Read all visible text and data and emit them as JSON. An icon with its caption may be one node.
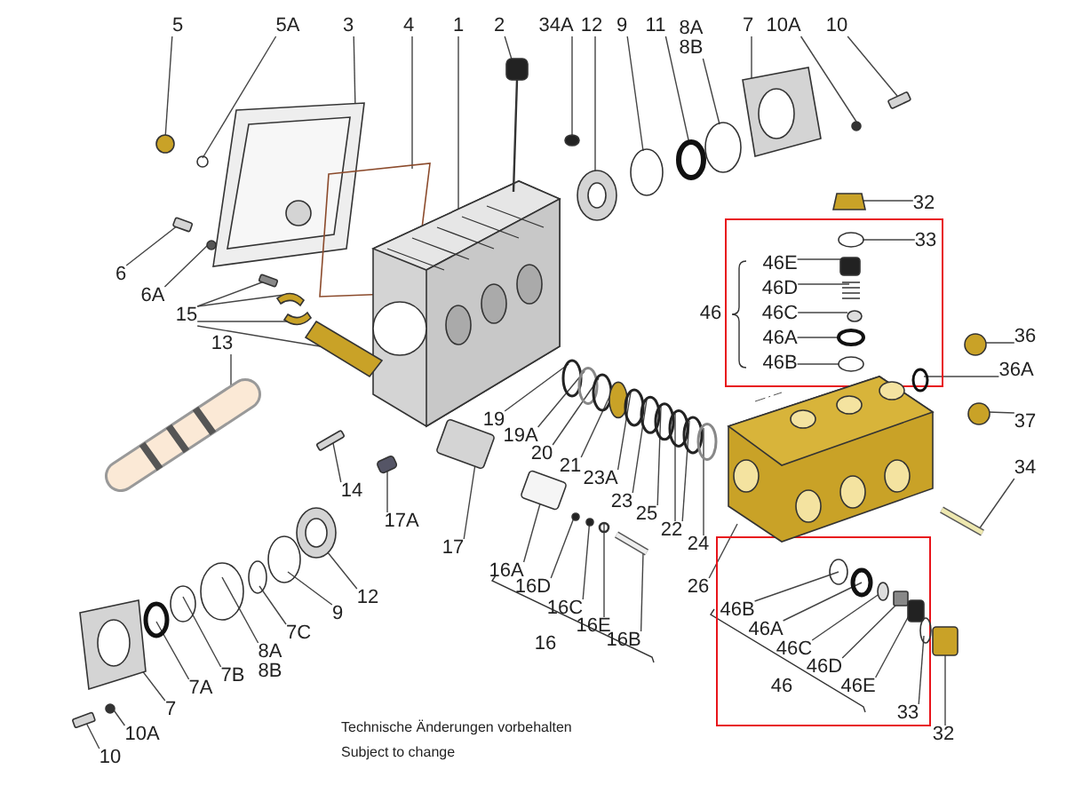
{
  "diagram": {
    "nodes": [
      {
        "text": [
          "5"
        ]
      },
      {
        "text": [
          "5A"
        ]
      },
      {
        "text": [
          "3"
        ]
      },
      {
        "text": [
          "4"
        ]
      },
      {
        "text": [
          "1"
        ]
      },
      {
        "text": [
          "2"
        ]
      },
      {
        "text": [
          "34A"
        ]
      },
      {
        "text": [
          "12"
        ]
      },
      {
        "text": [
          "9"
        ]
      },
      {
        "text": [
          "11"
        ]
      },
      {
        "text": [
          "8A 8B"
        ]
      },
      {
        "text": [
          "7"
        ]
      },
      {
        "text": [
          "10A"
        ]
      },
      {
        "text": [
          "10"
        ]
      },
      {
        "text": [
          "32"
        ]
      },
      {
        "text": [],
        "shape": "box"
      },
      {
        "text": [
          "33"
        ],
        "in": 15
      },
      {
        "text": [
          "46E"
        ],
        "in": 15
      },
      {
        "text": [
          "46D"
        ],
        "in": 15
      },
      {
        "text": [
          "46C"
        ],
        "in": 15
      },
      {
        "text": [
          "46A"
        ],
        "in": 15
      },
      {
        "text": [
          "46B"
        ],
        "in": 15
      },
      {
        "text": [
          "36"
        ]
      },
      {
        "text": [
          "36A"
        ]
      },
      {
        "text": [
          "37"
        ]
      },
      {
        "text": [
          "34"
        ]
      },
      {
        "text": [
          "6"
        ]
      },
      {
        "text": [
          "6A"
        ]
      },
      {
        "text": [
          "15"
        ]
      },
      {
        "text": [
          "13"
        ]
      },
      {
        "text": [
          "14"
        ]
      },
      {
        "text": [
          "17A"
        ]
      },
      {
        "text": [
          "17"
        ]
      },
      {
        "text": [
          "12"
        ]
      },
      {
        "text": [
          "9"
        ]
      },
      {
        "text": [
          "7C"
        ]
      },
      {
        "text": [
          "8A 8B"
        ]
      },
      {
        "text": [
          "7B"
        ]
      },
      {
        "text": [
          "7A"
        ]
      },
      {
        "text": [
          "7"
        ]
      },
      {
        "text": [
          "10A"
        ]
      },
      {
        "text": [
          "10"
        ]
      },
      {
        "text": [
          "19"
        ]
      },
      {
        "text": [
          "19A"
        ]
      },
      {
        "text": [
          "20"
        ]
      },
      {
        "text": [
          "21"
        ]
      },
      {
        "text": [
          "23A"
        ]
      },
      {
        "text": [
          "23"
        ]
      },
      {
        "text": [
          "25"
        ]
      },
      {
        "text": [
          "22"
        ]
      },
      {
        "text": [
          "24"
        ]
      },
      {
        "text": [
          "26"
        ]
      },
      {
        "text": [
          "16A"
        ]
      },
      {
        "text": [
          "16D"
        ]
      },
      {
        "text": [
          "16C"
        ]
      },
      {
        "text": [
          "16E"
        ]
      },
      {
        "text": [
          "16B"
        ]
      },
      {
        "text": [],
        "shape": "box"
      },
      {
        "text": [
          "46B"
        ],
        "in": 57
      },
      {
        "text": [
          "46A"
        ],
        "in": 57
      },
      {
        "text": [
          "46C"
        ],
        "in": 57
      },
      {
        "text": [
          "46D"
        ],
        "in": 57
      },
      {
        "text": [
          "46E"
        ],
        "in": 57
      },
      {
        "text": [
          "33"
        ],
        "in": 57
      },
      {
        "text": [
          "32"
        ]
      },
      {
        "text": [],
        "shape": "circle"
      },
      {
        "text": [],
        "shape": "circle"
      },
      {
        "text": [],
        "shape": "picture"
      },
      {
        "text": [],
        "shape": "picture"
      },
      {
        "text": [],
        "shape": "picture"
      },
      {
        "text": [],
        "shape": "picture"
      },
      {
        "text": [],
        "shape": "circle"
      },
      {
        "text": [],
        "shape": "picture"
      },
      {
        "text": [],
        "shape": "circle"
      },
      {
        "text": [],
        "shape": "circle"
      },
      {
        "text": [],
        "shape": "circle"
      },
      {
        "text": [],
        "shape": "picture"
      },
      {
        "text": [],
        "shape": "circle"
      },
      {
        "text": [],
        "shape": "box"
      },
      {
        "text": [],
        "shape": "picture"
      },
      {
        "text": [],
        "shape": "circle",
        "in": 15
      },
      {
        "text": [],
        "shape": "box",
        "in": 15
      },
      {
        "text": [],
        "shape": "picture",
        "in": 15
      },
      {
        "text": [],
        "shape": "circle",
        "in": 15
      },
      {
        "text": [],
        "shape": "circle",
        "in": 15
      },
      {
        "text": [],
        "shape": "circle",
        "in": 15
      },
      {
        "text": [],
        "shape": "circle"
      },
      {
        "text": [],
        "shape": "circle"
      },
      {
        "text": [],
        "shape": "circle"
      },
      {
        "text": [],
        "shape": "picture"
      },
      {
        "text": [],
        "shape": "box"
      },
      {
        "text": [],
        "shape": "circle"
      },
      {
        "text": [],
        "shape": "box"
      },
      {
        "text": [],
        "shape": "picture"
      },
      {
        "text": [],
        "shape": "picture"
      },
      {
        "text": [],
        "shape": "picture"
      },
      {
        "text": [],
        "shape": "picture"
      },
      {
        "text": [],
        "shape": "box"
      },
      {
        "text": [],
        "shape": "box"
      },
      {
        "text": [],
        "shape": "box"
      },
      {
        "text": [],
        "shape": "picture"
      },
      {
        "text": [],
        "shape": "circle"
      },
      {
        "text": [],
        "shape": "circle"
      },
      {
        "text": [],
        "shape": "circle"
      },
      {
        "text": [],
        "shape": "circle"
      },
      {
        "text": [],
        "shape": "circle"
      },
      {
        "text": [],
        "shape": "picture"
      },
      {
        "text": [],
        "shape": "circle"
      },
      {
        "text": [],
        "shape": "box"
      },
      {
        "text": [],
        "shape": "circle"
      },
      {
        "text": [],
        "shape": "circle"
      },
      {
        "text": [],
        "shape": "circle"
      },
      {
        "text": [],
        "shape": "circle"
      },
      {
        "text": [],
        "shape": "circle"
      },
      {
        "text": [],
        "shape": "circle"
      },
      {
        "text": [],
        "shape": "circle"
      },
      {
        "text": [],
        "shape": "circle"
      },
      {
        "text": [],
        "shape": "circle"
      },
      {
        "text": [],
        "shape": "circle"
      },
      {
        "text": [],
        "shape": "picture"
      },
      {
        "text": [],
        "shape": "box"
      },
      {
        "text": [],
        "shape": "circle"
      },
      {
        "text": [],
        "shape": "circle"
      },
      {
        "text": [],
        "shape": "circle"
      },
      {
        "text": [],
        "shape": "picture"
      },
      {
        "text": [],
        "shape": "circle",
        "in": 57
      },
      {
        "text": [],
        "shape": "circle",
        "in": 57
      },
      {
        "text": [],
        "shape": "circle",
        "in": 57
      },
      {
        "text": [],
        "shape": "box",
        "in": 57
      },
      {
        "text": [],
        "shape": "box",
        "in": 57
      },
      {
        "text": [],
        "shape": "circle",
        "in": 57
      },
      {
        "text": [],
        "shape": "box"
      }
    ],
    "edges": [
      {
        "from": 0,
        "to": 65,
        "arrow": "none"
      },
      {
        "from": 1,
        "to": 66,
        "arrow": "none"
      },
      {
        "from": 2,
        "to": 67,
        "arrow": "none"
      },
      {
        "from": 3,
        "to": 68,
        "arrow": "none"
      },
      {
        "from": 4,
        "to": 69,
        "arrow": "none"
      },
      {
        "from": 5,
        "to": 70,
        "arrow": "none"
      },
      {
        "from": 6,
        "to": 71,
        "arrow": "none"
      },
      {
        "from": 7,
        "to": 72,
        "arrow": "none"
      },
      {
        "from": 8,
        "to": 73,
        "arrow": "none"
      },
      {
        "from": 9,
        "to": 74,
        "arrow": "none"
      },
      {
        "from": 10,
        "to": 75,
        "arrow": "none"
      },
      {
        "from": 11,
        "to": 76,
        "arrow": "none"
      },
      {
        "from": 12,
        "to": 77,
        "arrow": "none"
      },
      {
        "from": 13,
        "to": 78,
        "arrow": "none"
      },
      {
        "from": 14,
        "to": 79,
        "arrow": "none"
      },
      {
        "from": 16,
        "to": 80,
        "arrow": "none"
      },
      {
        "from": 17,
        "to": 81,
        "arrow": "none"
      },
      {
        "from": 18,
        "to": 82,
        "arrow": "none"
      },
      {
        "from": 19,
        "to": 83,
        "arrow": "none"
      },
      {
        "from": 20,
        "to": 84,
        "arrow": "none"
      },
      {
        "from": 21,
        "to": 85,
        "arrow": "none"
      },
      {
        "from": 22,
        "to": 86,
        "arrow": "none"
      },
      {
        "from": 23,
        "to": 87,
        "arrow": "none"
      },
      {
        "from": 24,
        "to": 88,
        "arrow": "none"
      },
      {
        "from": 25,
        "to": 89,
        "arrow": "none"
      },
      {
        "from": 26,
        "to": 90,
        "arrow": "none"
      },
      {
        "from": 27,
        "to": 91,
        "arrow": "none"
      },
      {
        "from": 28,
        "to": 92,
        "arrow": "none"
      },
      {
        "from": 28,
        "to": 93,
        "arrow": "none"
      },
      {
        "from": 28,
        "to": 94,
        "arrow": "none"
      },
      {
        "from": 28,
        "to": 95,
        "arrow": "none"
      },
      {
        "from": 29,
        "to": 96,
        "arrow": "none"
      },
      {
        "from": 30,
        "to": 97,
        "arrow": "none"
      },
      {
        "from": 31,
        "to": 98,
        "arrow": "none"
      },
      {
        "from": 32,
        "to": 99,
        "arrow": "none"
      },
      {
        "from": 33,
        "to": 100,
        "arrow": "none"
      },
      {
        "from": 34,
        "to": 101,
        "arrow": "none"
      },
      {
        "from": 35,
        "to": 102,
        "arrow": "none"
      },
      {
        "from": 36,
        "to": 103,
        "arrow": "none"
      },
      {
        "from": 37,
        "to": 104,
        "arrow": "none"
      },
      {
        "from": 38,
        "to": 105,
        "arrow": "none"
      },
      {
        "from": 39,
        "to": 106,
        "arrow": "none"
      },
      {
        "from": 40,
        "to": 107,
        "arrow": "none"
      },
      {
        "from": 41,
        "to": 108,
        "arrow": "none"
      },
      {
        "from": 42,
        "to": 109,
        "arrow": "none"
      },
      {
        "from": 43,
        "to": 110,
        "arrow": "none"
      },
      {
        "from": 44,
        "to": 111,
        "arrow": "none"
      },
      {
        "from": 45,
        "to": 112,
        "arrow": "none"
      },
      {
        "from": 46,
        "to": 113,
        "arrow": "none"
      },
      {
        "from": 47,
        "to": 114,
        "arrow": "none"
      },
      {
        "from": 48,
        "to": 115,
        "arrow": "none"
      },
      {
        "from": 49,
        "to": 116,
        "arrow": "none"
      },
      {
        "from": 49,
        "to": 117,
        "arrow": "none"
      },
      {
        "from": 50,
        "to": 118,
        "arrow": "none"
      },
      {
        "from": 51,
        "to": 119,
        "arrow": "none"
      },
      {
        "from": 52,
        "to": 120,
        "arrow": "none"
      },
      {
        "from": 53,
        "to": 121,
        "arrow": "none"
      },
      {
        "from": 54,
        "to": 122,
        "arrow": "none"
      },
      {
        "from": 55,
        "to": 123,
        "arrow": "none"
      },
      {
        "from": 56,
        "to": 124,
        "arrow": "none"
      },
      {
        "from": 58,
        "to": 125,
        "arrow": "none"
      },
      {
        "from": 59,
        "to": 126,
        "arrow": "none"
      },
      {
        "from": 60,
        "to": 127,
        "arrow": "none"
      },
      {
        "from": 61,
        "to": 128,
        "arrow": "none"
      },
      {
        "from": 62,
        "to": 129,
        "arrow": "none"
      },
      {
        "from": 63,
        "to": 130,
        "arrow": "none"
      },
      {
        "from": 64,
        "to": 131,
        "arrow": "none"
      }
    ],
    "labels": [
      "46",
      "16",
      "46",
      "Technische Änderungen vorbehalten",
      "Subject to change"
    ]
  }
}
